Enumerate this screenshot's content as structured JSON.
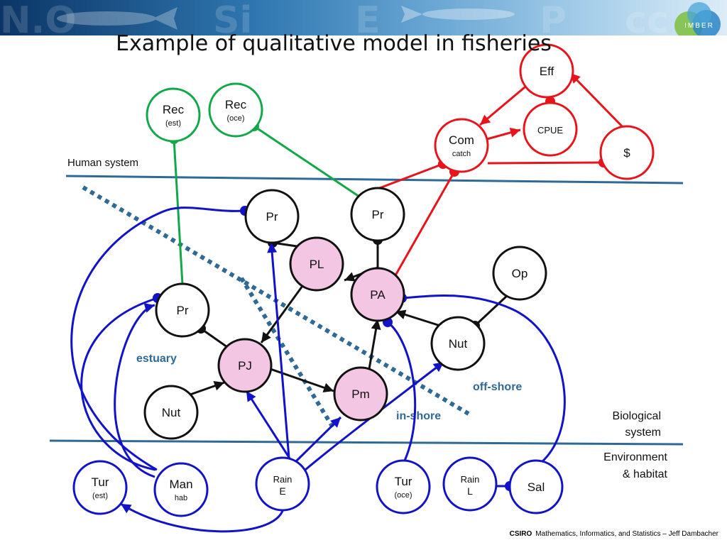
{
  "title": "Example of qualitative model in fisheries",
  "logo_text": "IMBER",
  "footer": {
    "org": "CSIRO",
    "text": "Mathematics, Informatics, and Statistics – Jeff Dambacher"
  },
  "colors": {
    "red": "#e8141c",
    "green": "#12a84a",
    "blue": "#1212c8",
    "black": "#111111",
    "teal_line": "#2f6a96",
    "label_blue": "#2f6a96",
    "pink": "#f3c6e3",
    "banner": "#0d3a6e"
  },
  "region_labels": [
    {
      "id": "human",
      "text": "Human  system"
    },
    {
      "id": "bio1",
      "text": "Biological"
    },
    {
      "id": "bio2",
      "text": "system"
    },
    {
      "id": "env1",
      "text": "Environment"
    },
    {
      "id": "env2",
      "text": "& habitat"
    },
    {
      "id": "estuary",
      "text": "estuary"
    },
    {
      "id": "offshore",
      "text": "off-shore"
    },
    {
      "id": "inshore",
      "text": "in-shore"
    }
  ],
  "nodes": [
    {
      "id": "eff",
      "label": "Eff",
      "sub": "",
      "stroke": "red",
      "fill": ""
    },
    {
      "id": "cpue",
      "label": "CPUE",
      "sub": "",
      "stroke": "red",
      "fill": ""
    },
    {
      "id": "com",
      "label": "Com",
      "sub": "catch",
      "stroke": "red",
      "fill": ""
    },
    {
      "id": "dollar",
      "label": "$",
      "sub": "",
      "stroke": "red",
      "fill": ""
    },
    {
      "id": "rec_est",
      "label": "Rec",
      "sub": "(est)",
      "stroke": "green",
      "fill": ""
    },
    {
      "id": "rec_oce",
      "label": "Rec",
      "sub": "(oce)",
      "stroke": "green",
      "fill": ""
    },
    {
      "id": "pr_top",
      "label": "Pr",
      "sub": "",
      "stroke": "black",
      "fill": ""
    },
    {
      "id": "pr_right",
      "label": "Pr",
      "sub": "",
      "stroke": "black",
      "fill": ""
    },
    {
      "id": "pl",
      "label": "PL",
      "sub": "",
      "stroke": "black",
      "fill": "pink"
    },
    {
      "id": "pa",
      "label": "PA",
      "sub": "",
      "stroke": "black",
      "fill": "pink"
    },
    {
      "id": "op",
      "label": "Op",
      "sub": "",
      "stroke": "black",
      "fill": ""
    },
    {
      "id": "pr_left",
      "label": "Pr",
      "sub": "",
      "stroke": "black",
      "fill": ""
    },
    {
      "id": "nut_right",
      "label": "Nut",
      "sub": "",
      "stroke": "black",
      "fill": ""
    },
    {
      "id": "pj",
      "label": "PJ",
      "sub": "",
      "stroke": "black",
      "fill": "pink"
    },
    {
      "id": "pm",
      "label": "Pm",
      "sub": "",
      "stroke": "black",
      "fill": "pink"
    },
    {
      "id": "nut_left",
      "label": "Nut",
      "sub": "",
      "stroke": "black",
      "fill": ""
    },
    {
      "id": "tur_est",
      "label": "Tur",
      "sub": "(est)",
      "stroke": "blue",
      "fill": ""
    },
    {
      "id": "man_hab",
      "label": "Man",
      "sub": "hab",
      "stroke": "blue",
      "fill": ""
    },
    {
      "id": "rain_e",
      "label": "Rain",
      "sub": "E",
      "stroke": "blue",
      "fill": ""
    },
    {
      "id": "tur_oce",
      "label": "Tur",
      "sub": "(oce)",
      "stroke": "blue",
      "fill": ""
    },
    {
      "id": "rain_l",
      "label": "Rain",
      "sub": "L",
      "stroke": "blue",
      "fill": ""
    },
    {
      "id": "sal",
      "label": "Sal",
      "sub": "",
      "stroke": "blue",
      "fill": ""
    }
  ],
  "edges": [
    {
      "from": "eff",
      "to": "com",
      "color": "red",
      "effect": "positive"
    },
    {
      "from": "dollar",
      "to": "eff",
      "color": "red",
      "effect": "positive"
    },
    {
      "from": "cpue",
      "to": "eff",
      "color": "red",
      "effect": "negative"
    },
    {
      "from": "com",
      "to": "cpue",
      "color": "red",
      "effect": "positive"
    },
    {
      "from": "com",
      "to": "dollar",
      "color": "red",
      "effect": "negative"
    },
    {
      "from": "pr_right",
      "to": "com",
      "color": "red",
      "effect": "negative"
    },
    {
      "from": "pa",
      "to": "com",
      "color": "red",
      "effect": "negative"
    },
    {
      "from": "pr_right",
      "to": "rec_oce",
      "color": "green",
      "effect": "negative"
    },
    {
      "from": "pr_left",
      "to": "rec_est",
      "color": "green",
      "effect": "negative"
    },
    {
      "from": "pl",
      "to": "pr_top",
      "color": "black",
      "effect": "negative"
    },
    {
      "from": "pa",
      "to": "pl",
      "color": "black",
      "effect": "positive"
    },
    {
      "from": "pa",
      "to": "pr_right",
      "color": "black",
      "effect": "negative"
    },
    {
      "from": "pl",
      "to": "pj",
      "color": "black",
      "effect": "positive"
    },
    {
      "from": "pj",
      "to": "pr_left",
      "color": "black",
      "effect": "negative"
    },
    {
      "from": "pj",
      "to": "pm",
      "color": "black",
      "effect": "positive"
    },
    {
      "from": "pm",
      "to": "pa",
      "color": "black",
      "effect": "positive"
    },
    {
      "from": "nut_left",
      "to": "pj",
      "color": "black",
      "effect": "positive"
    },
    {
      "from": "op",
      "to": "nut_right",
      "color": "black",
      "effect": "negative"
    },
    {
      "from": "nut_right",
      "to": "pa",
      "color": "black",
      "effect": "positive"
    },
    {
      "from": "rain_e",
      "to": "pr_top",
      "color": "blue",
      "effect": "positive"
    },
    {
      "from": "rain_e",
      "to": "pj",
      "color": "blue",
      "effect": "positive"
    },
    {
      "from": "rain_e",
      "to": "pm",
      "color": "blue",
      "effect": "positive"
    },
    {
      "from": "rain_e",
      "to": "nut_right",
      "color": "blue",
      "effect": "positive"
    },
    {
      "from": "tur_est",
      "to": "pr_top",
      "color": "blue",
      "effect": "negative"
    },
    {
      "from": "tur_est",
      "to": "pr_left",
      "color": "blue",
      "effect": "negative"
    },
    {
      "from": "man_hab",
      "to": "pr_left",
      "color": "blue",
      "effect": "positive"
    },
    {
      "from": "rain_e",
      "to": "tur_est",
      "color": "blue",
      "effect": "positive"
    },
    {
      "from": "tur_oce",
      "to": "pa",
      "color": "blue",
      "effect": "negative"
    },
    {
      "from": "sal",
      "to": "pa",
      "color": "blue",
      "effect": "negative"
    },
    {
      "from": "rain_l",
      "to": "sal",
      "color": "blue",
      "effect": "negative"
    }
  ]
}
